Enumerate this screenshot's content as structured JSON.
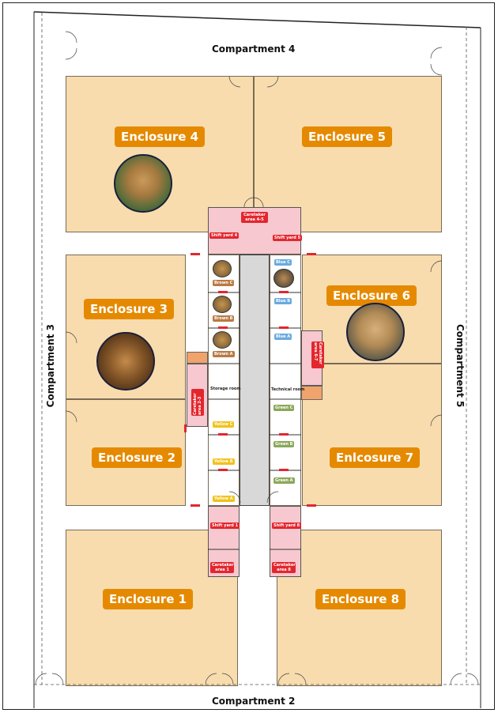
{
  "compartments": {
    "c2": "Compartment 2",
    "c3": "Compartment 3",
    "c4": "Compartment 4",
    "c5": "Compartment 5"
  },
  "enclosures": {
    "e1": "Enclosure 1",
    "e2": "Enclosure 2",
    "e3": "Enclosure 3",
    "e4": "Enclosure 4",
    "e5": "Enclosure 5",
    "e6": "Enclosure 6",
    "e7": "Enlcosure 7",
    "e8": "Enclosure 8"
  },
  "rooms": {
    "caretaker_45": "Caretaker area 4-5",
    "caretaker_23": "Caretaker area 2-3",
    "caretaker_67": "Caretaker area 6-7",
    "caretaker_1": "Caretaker area 1",
    "caretaker_8": "Caretaker area 8",
    "shift_4": "Shift yard 4",
    "shift_5": "Shift yard 5",
    "shift_1": "Shift yard 1",
    "shift_8": "Shift yard 8",
    "storage": "Storage room",
    "technical": "Technical room"
  },
  "dens": {
    "brown_c": "Brown C",
    "brown_b": "Brown B",
    "brown_a": "Brown A",
    "blue_c": "Blue C",
    "blue_b": "Blue B",
    "blue_a": "Blue A",
    "yellow_c": "Yellow C",
    "yellow_b": "Yellow B",
    "yellow_a": "Yellow A",
    "green_c": "Green C",
    "green_b": "Green B",
    "green_a": "Green A"
  },
  "colors": {
    "enclosure_fill": "#f8dcae",
    "label_orange": "#e58a00",
    "pink_zone": "#f7c8cf",
    "red_label": "#e3262e",
    "corridor_grey": "#d8d8d8",
    "brown_den": "#b97a44",
    "blue_den": "#6aaadf",
    "yellow_den": "#f1c21b",
    "green_den": "#8aa85a"
  }
}
